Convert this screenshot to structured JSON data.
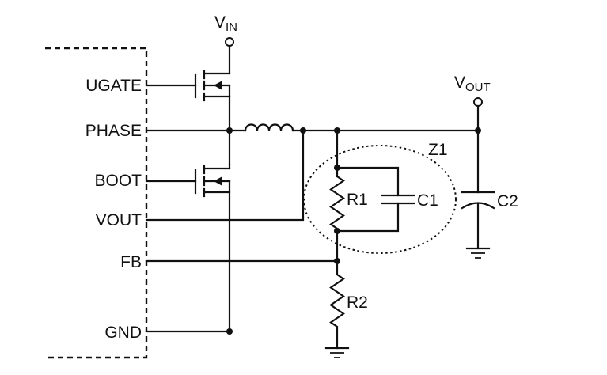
{
  "supply": {
    "vin_main": "V",
    "vin_sub": "IN",
    "vout_main": "V",
    "vout_sub": "OUT"
  },
  "pins": [
    "UGATE",
    "PHASE",
    "BOOT",
    "VOUT",
    "FB",
    "GND"
  ],
  "components": {
    "r1": "R1",
    "c1": "C1",
    "r2": "R2",
    "c2": "C2",
    "z1": "Z1"
  }
}
